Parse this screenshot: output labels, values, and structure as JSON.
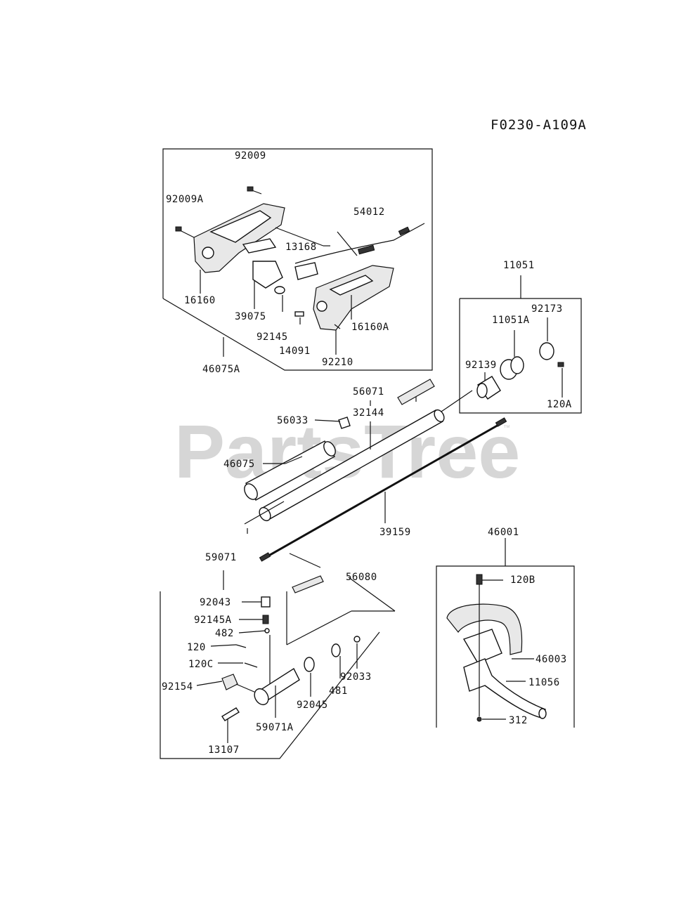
{
  "diagram": {
    "code": "F0230-A109A",
    "watermark": "PartsTree",
    "watermark_mark": "™",
    "labels": {
      "p92009": "92009",
      "p92009A": "92009A",
      "p54012": "54012",
      "p13168": "13168",
      "p16160": "16160",
      "p39075": "39075",
      "p92145": "92145",
      "p14091": "14091",
      "p16160A": "16160A",
      "p92210": "92210",
      "p46075A": "46075A",
      "p11051": "11051",
      "p92173": "92173",
      "p11051A": "11051A",
      "p92139": "92139",
      "p120A": "120A",
      "p56071": "56071",
      "p32144": "32144",
      "p56033": "56033",
      "p46075": "46075",
      "p39159": "39159",
      "p46001": "46001",
      "p59071": "59071",
      "p56080": "56080",
      "p92043": "92043",
      "p92145A": "92145A",
      "p482": "482",
      "p120": "120",
      "p120C": "120C",
      "p92154": "92154",
      "p92033": "92033",
      "p481": "481",
      "p92045": "92045",
      "p59071A": "59071A",
      "p13107": "13107",
      "p120B": "120B",
      "p46003": "46003",
      "p11056": "11056",
      "p312": "312"
    }
  }
}
